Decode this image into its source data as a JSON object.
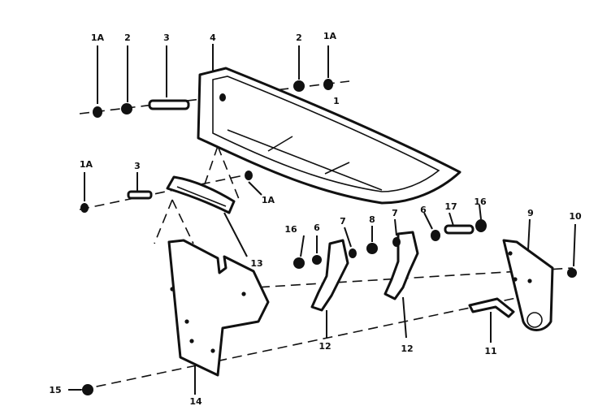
{
  "callouts": {
    "c1a_tl": "1A",
    "c2_tl": "2",
    "c3_tl": "3",
    "c4_top": "4",
    "c2_tr": "2",
    "c1a_tr": "1A",
    "c1_r": "1",
    "c1a_ml": "1A",
    "c3_ml": "3",
    "c1a_mid": "1A",
    "c13": "13",
    "c16_l": "16",
    "c6_l": "6",
    "c7_l": "7",
    "c8": "8",
    "c7_r": "7",
    "c6_r": "6",
    "c17": "17",
    "c16_r": "16",
    "c9": "9",
    "c10": "10",
    "c12_l": "12",
    "c12_r": "12",
    "c11": "11",
    "c15": "15",
    "c14": "14"
  }
}
